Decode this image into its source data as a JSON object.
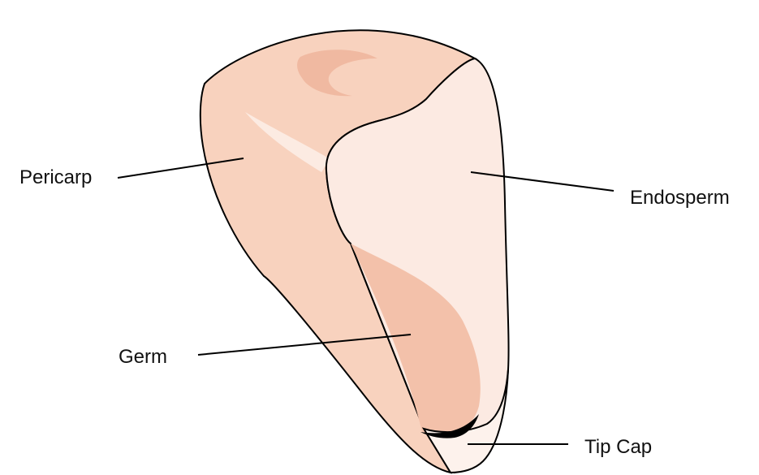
{
  "labels": {
    "pericarp": "Pericarp",
    "endosperm": "Endosperm",
    "germ": "Germ",
    "tip_cap": "Tip Cap"
  },
  "colors": {
    "pericarp": "#F8D2BE",
    "endosperm": "#FCEAE2",
    "germ": "#F3C1AA",
    "tip_cap": "#FDF2EC",
    "highlight": "#F0B9A1",
    "outline": "#000000"
  }
}
